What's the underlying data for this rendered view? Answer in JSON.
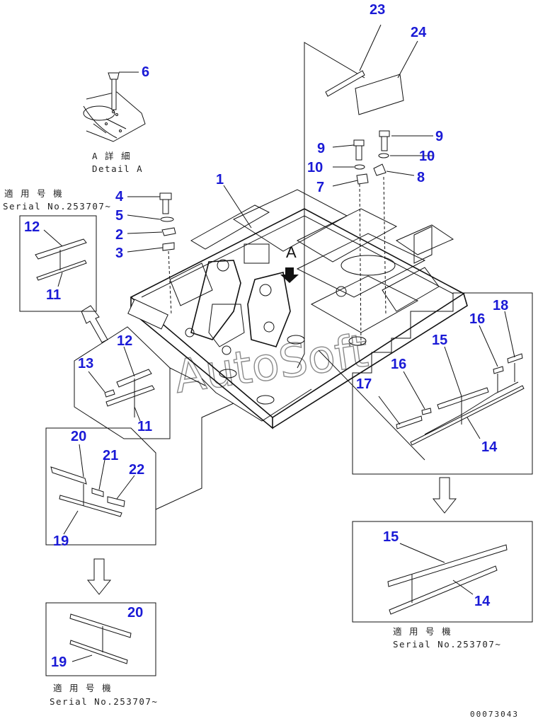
{
  "callouts": [
    "1",
    "2",
    "3",
    "4",
    "5",
    "6",
    "7",
    "8",
    "9",
    "9",
    "10",
    "10",
    "11",
    "11",
    "12",
    "12",
    "13",
    "14",
    "14",
    "15",
    "15",
    "16",
    "16",
    "17",
    "18",
    "19",
    "19",
    "20",
    "20",
    "21",
    "22",
    "23",
    "24"
  ],
  "captions": {
    "detail_a_jp": "A 詳 細",
    "detail_a_en": "Detail A",
    "applicable_jp": "適 用 号 機",
    "serial_1": "Serial No.253707~",
    "serial_2": "Serial No.253707~",
    "serial_3": "Serial No.253707~",
    "view_marker": "A"
  },
  "watermark": "AutoSoft",
  "drawing_number": "00073043",
  "colors": {
    "callout": "#1a1ad6",
    "line": "#111111",
    "watermark": "#8a8a8a"
  }
}
